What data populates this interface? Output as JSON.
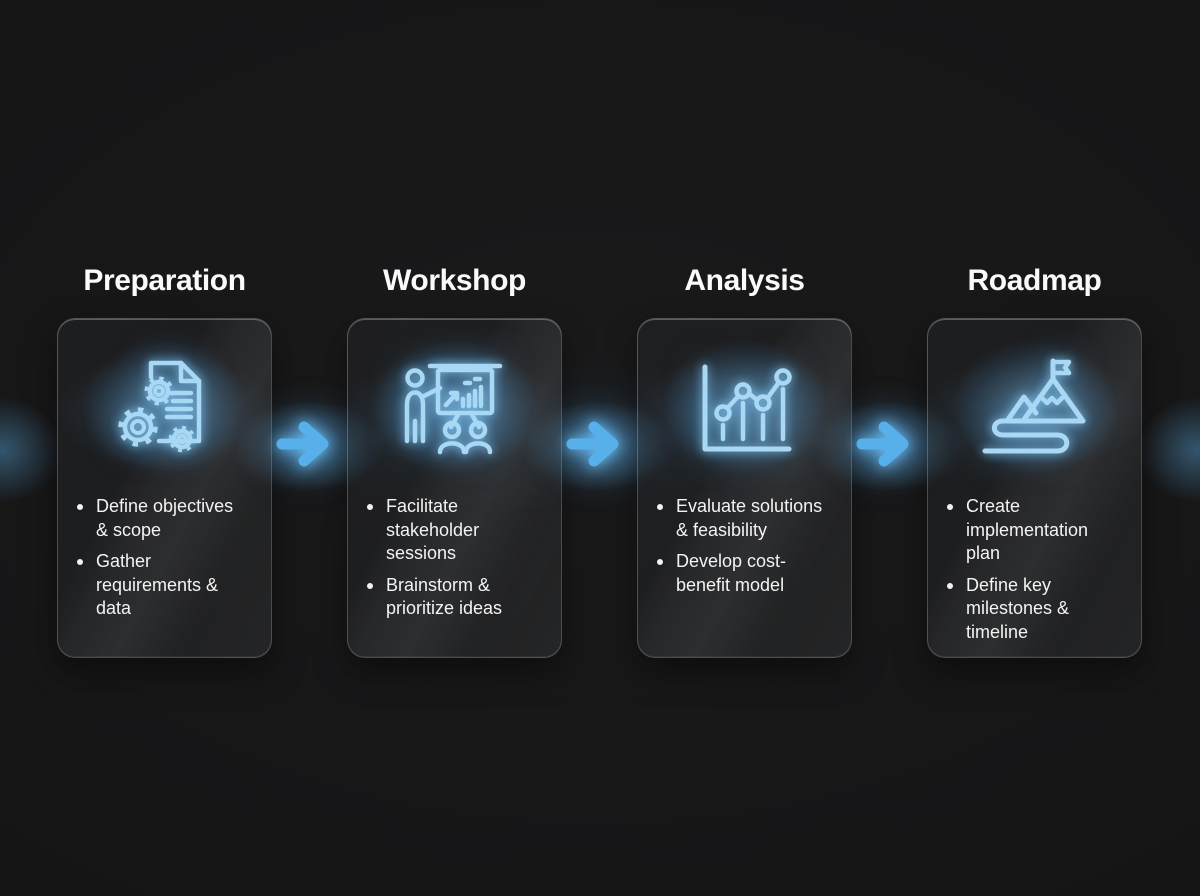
{
  "diagram": {
    "type": "process-flow",
    "background_color": "#161617",
    "accent": {
      "arrow_color": "#58b0ea",
      "icon_stroke_color": "#a9d8f4",
      "glow_color": "#6ec4ff",
      "title_color": "#fafafa",
      "bullet_text_color": "#f3f3f3"
    },
    "steps": [
      {
        "title": "Preparation",
        "icon": "document-gears-icon",
        "bullets": [
          {
            "text": "Define objectives & scope",
            "lines": [
              "Define objectives",
              "& scope"
            ]
          },
          {
            "text": "Gather requirements & data",
            "lines": [
              "Gather",
              "requirements &",
              "data"
            ]
          }
        ]
      },
      {
        "title": "Workshop",
        "icon": "presentation-icon",
        "bullets": [
          {
            "text": "Facilitate stakeholder sessions",
            "lines": [
              "Facilitate",
              "stakeholder",
              "sessions"
            ]
          },
          {
            "text": "Brainstorm & prioritize ideas",
            "lines": [
              "Brainstorm &",
              "prioritize ideas"
            ]
          }
        ]
      },
      {
        "title": "Analysis",
        "icon": "trend-chart-icon",
        "bullets": [
          {
            "text": "Evaluate solutions & feasibility",
            "lines": [
              "Evaluate solutions",
              "& feasibility"
            ]
          },
          {
            "text": "Develop cost-benefit model",
            "lines": [
              "Develop cost-",
              "benefit model"
            ]
          }
        ]
      },
      {
        "title": "Roadmap",
        "icon": "mountain-flag-icon",
        "bullets": [
          {
            "text": "Create implementation plan",
            "lines": [
              "Create",
              "implementation",
              "plan"
            ]
          },
          {
            "text": "Define key milestones & timeline",
            "lines": [
              "Define key",
              "milestones &",
              "timeline"
            ]
          }
        ]
      }
    ]
  }
}
